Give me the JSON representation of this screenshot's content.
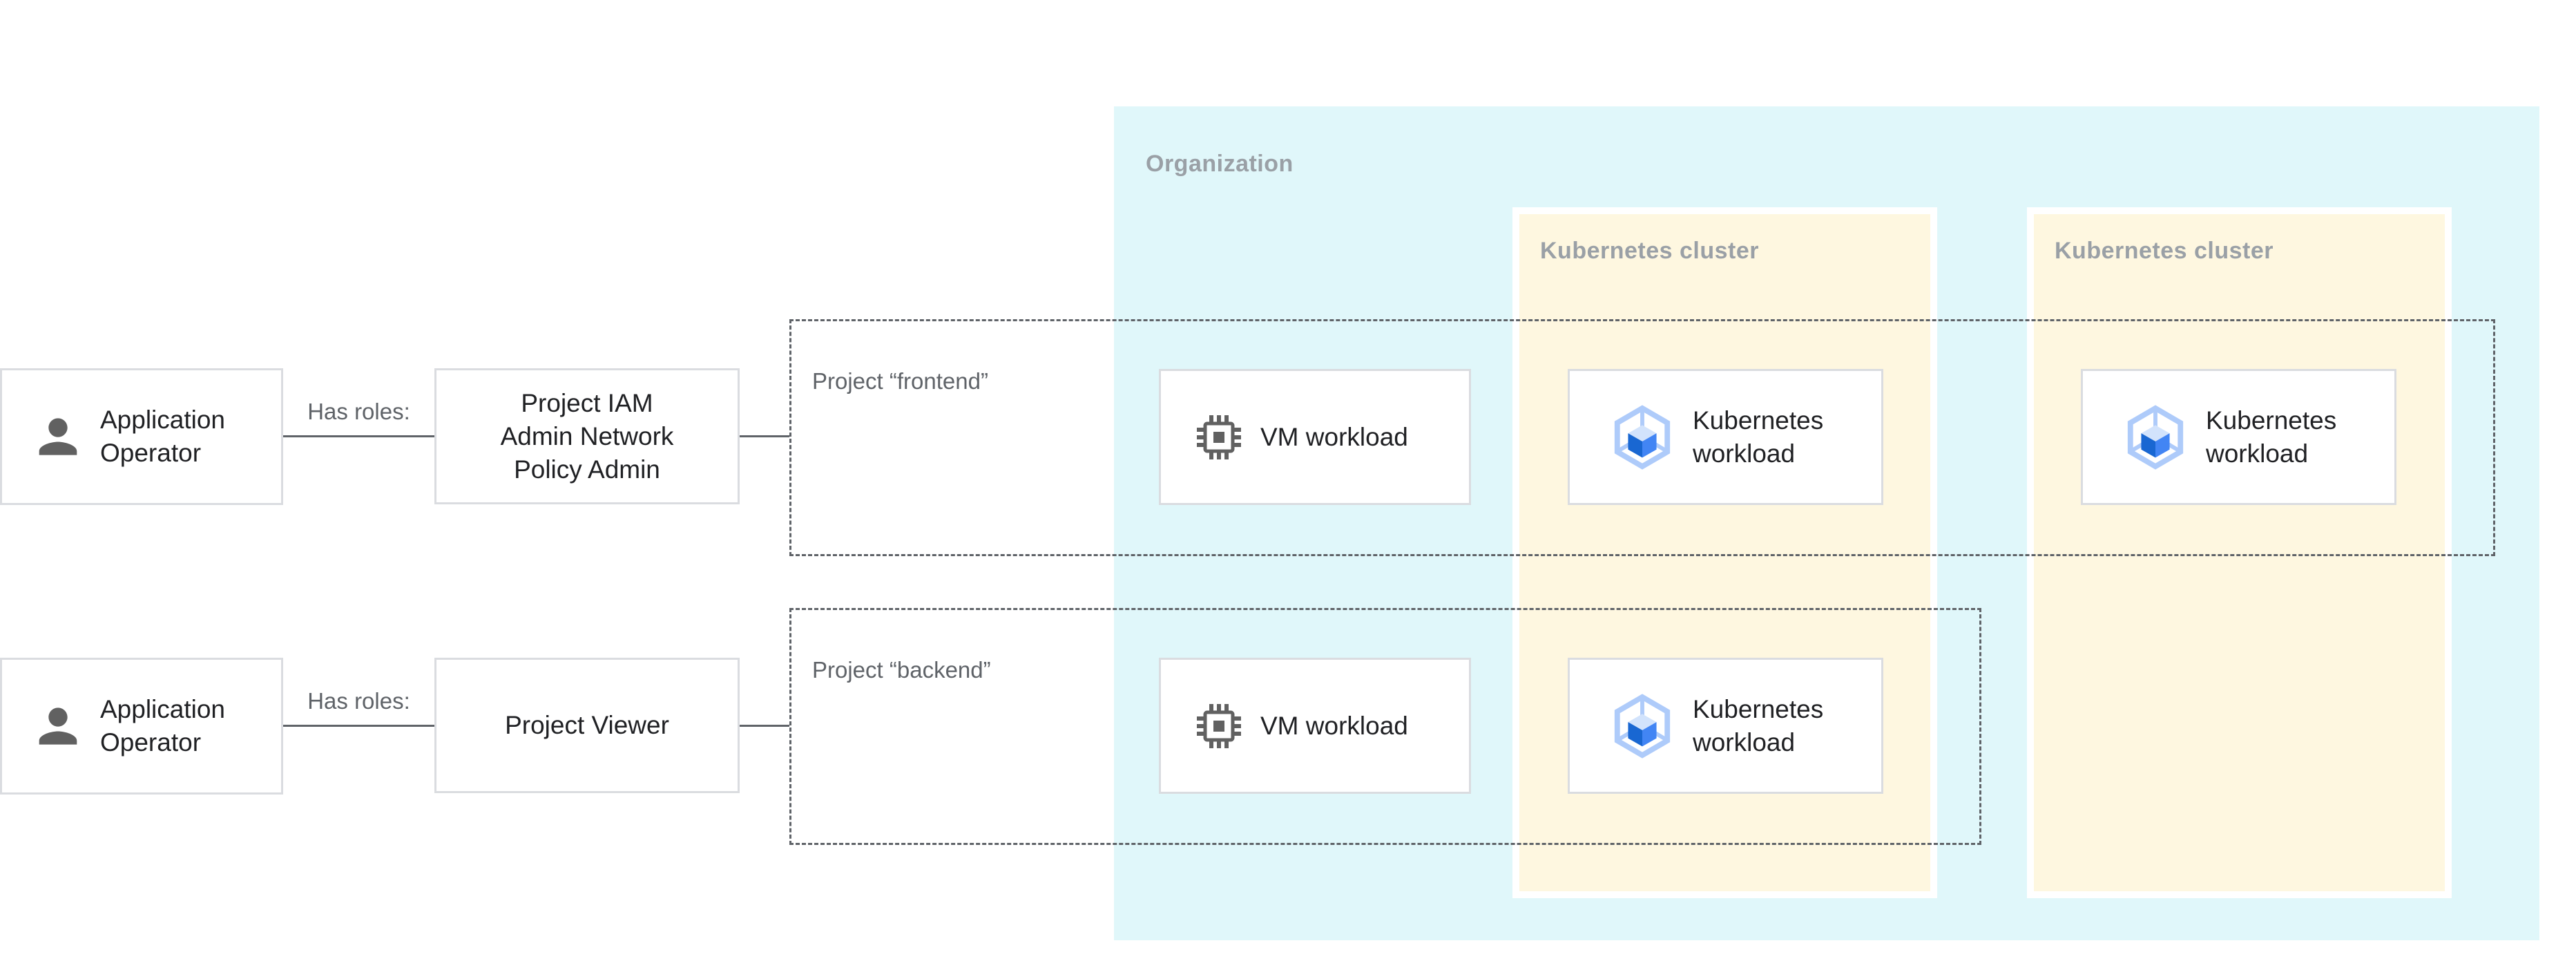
{
  "organization": {
    "label": "Organization"
  },
  "clusters": {
    "first": {
      "label": "Kubernetes cluster"
    },
    "second": {
      "label": "Kubernetes cluster"
    }
  },
  "projects": {
    "frontend": {
      "label": "Project “frontend”"
    },
    "backend": {
      "label": "Project “backend”"
    }
  },
  "row1": {
    "actor": "Application Operator",
    "relation": "Has roles:",
    "role": {
      "line1": "Project IAM",
      "line2": "Admin Network",
      "line3": "Policy Admin"
    },
    "vm_workload": "VM workload",
    "k8s_workload_cluster1": "Kubernetes workload",
    "k8s_workload_cluster2": "Kubernetes workload"
  },
  "row2": {
    "actor": "Application Operator",
    "relation": "Has roles:",
    "role": {
      "line1": "Project Viewer"
    },
    "vm_workload": "VM workload",
    "k8s_workload_cluster1": "Kubernetes workload"
  },
  "colors": {
    "organization_bg": "#E0F7FA",
    "cluster_bg": "#FEF7E0",
    "zone_label_gray": "#9AA0A6",
    "dashed_border_gray": "#5F6368",
    "connector_gray": "#5F6368",
    "icon_gray": "#616161",
    "gke_hex_blue": "#AECBFA",
    "gke_cube_top": "#D2E3FC",
    "gke_cube_left": "#1967D2",
    "gke_cube_right": "#4285F4",
    "node_border": "#DADCE0",
    "text_dark": "#202124"
  }
}
